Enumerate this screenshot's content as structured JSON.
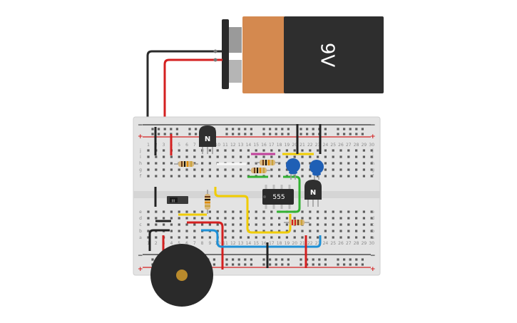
{
  "battery": {
    "label": "9V",
    "terminal_plus": "+",
    "terminal_minus": "-"
  },
  "chip": {
    "label": "555"
  },
  "transistor_q1": {
    "label": "N"
  },
  "transistor_q2": {
    "label": "N"
  },
  "switch": {
    "label": "III"
  },
  "breadboard": {
    "rail_plus": "+",
    "rail_minus": "−",
    "columns": [
      "1",
      "2",
      "3",
      "4",
      "5",
      "6",
      "7",
      "8",
      "9",
      "10",
      "11",
      "12",
      "13",
      "14",
      "15",
      "16",
      "17",
      "18",
      "19",
      "20",
      "21",
      "22",
      "23",
      "24",
      "25",
      "26",
      "27",
      "28",
      "29",
      "30"
    ],
    "rows_top": [
      "j",
      "i",
      "h",
      "g",
      "f"
    ],
    "rows_bottom": [
      "e",
      "d",
      "c",
      "b",
      "a"
    ]
  },
  "colors": {
    "wire_red": "#d42020",
    "wire_black": "#222222",
    "wire_yellow": "#f0cc00",
    "wire_green": "#33b233",
    "wire_blue": "#1e90d6",
    "battery_orange": "#d4894f",
    "battery_body": "#2e2e2e",
    "capacitor": "#1f5fb5",
    "buzzer": "#2a2a2a"
  }
}
